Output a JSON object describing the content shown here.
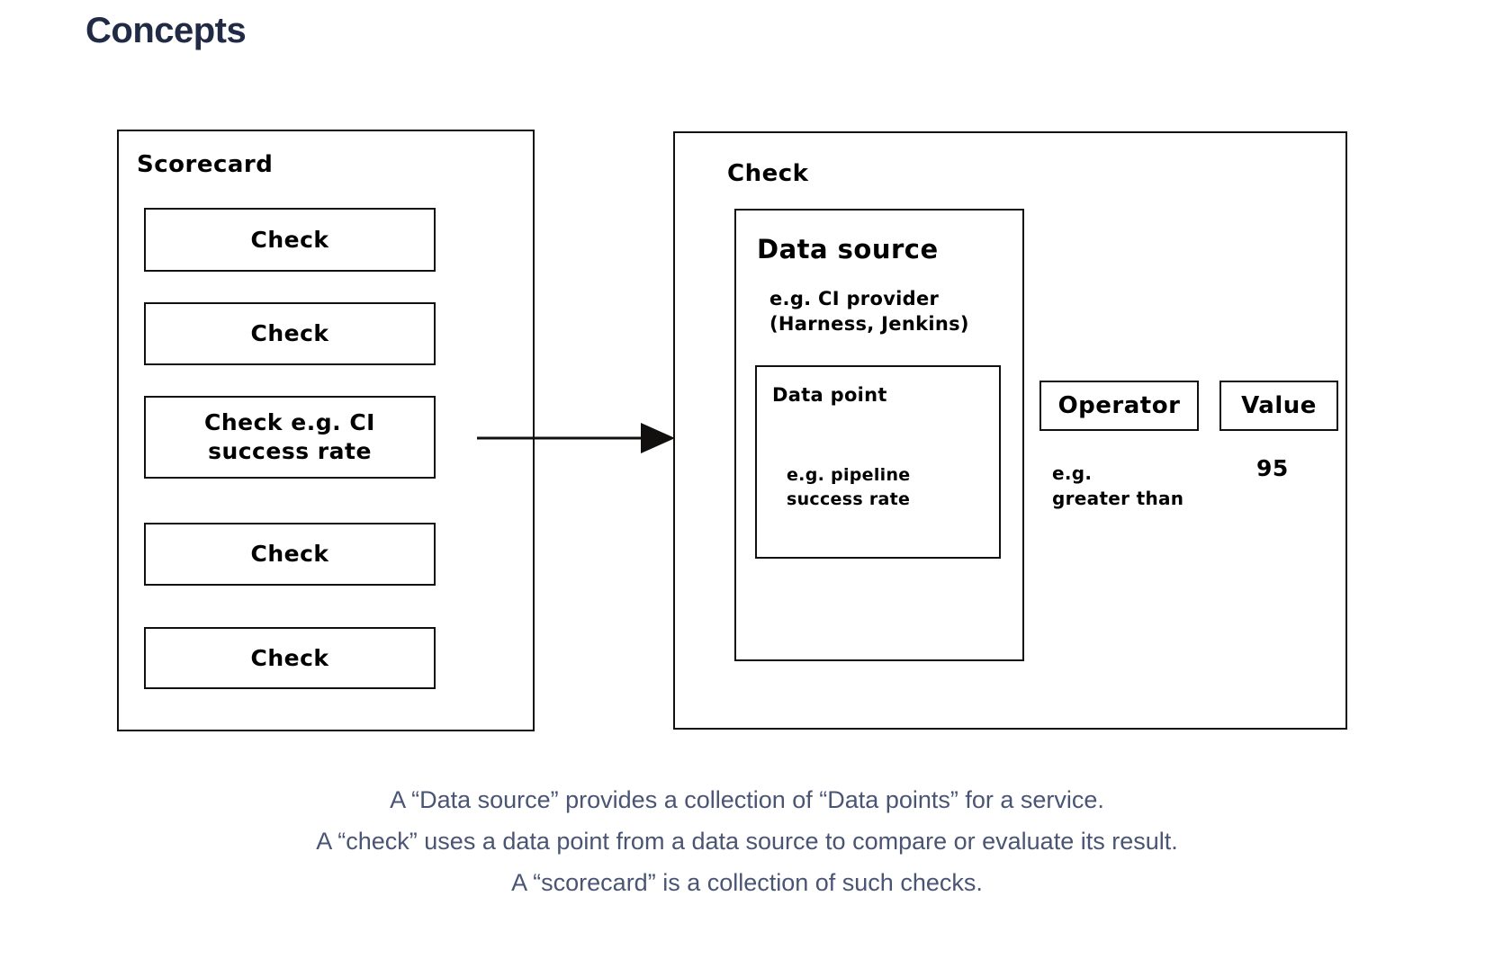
{
  "page": {
    "title": "Concepts",
    "title_color": "#212b46",
    "background": "#ffffff",
    "stroke_color": "#12100e",
    "caption_color": "#4a5574"
  },
  "diagram": {
    "scorecard": {
      "title": "Scorecard",
      "checks": [
        {
          "label": "Check"
        },
        {
          "label": "Check"
        },
        {
          "label": "Check e.g. CI\nsuccess rate"
        },
        {
          "label": "Check"
        },
        {
          "label": "Check"
        }
      ]
    },
    "arrow": {
      "name": "flow-arrow",
      "from": "check-row-2",
      "to": "check-container"
    },
    "check": {
      "title": "Check",
      "data_source": {
        "title": "Data source",
        "example": "e.g. CI provider\n(Harness, Jenkins)",
        "data_point": {
          "title": "Data point",
          "example": "e.g. pipeline\nsuccess rate"
        }
      },
      "operator": {
        "label": "Operator",
        "example": "e.g.\ngreater than"
      },
      "value": {
        "label": "Value",
        "example": "95"
      }
    }
  },
  "caption": {
    "lines": [
      "A “Data source” provides a collection of “Data points” for a service.",
      "A “check” uses a data point from a data source to compare or evaluate its result.",
      "A “scorecard” is a collection of such checks."
    ]
  }
}
